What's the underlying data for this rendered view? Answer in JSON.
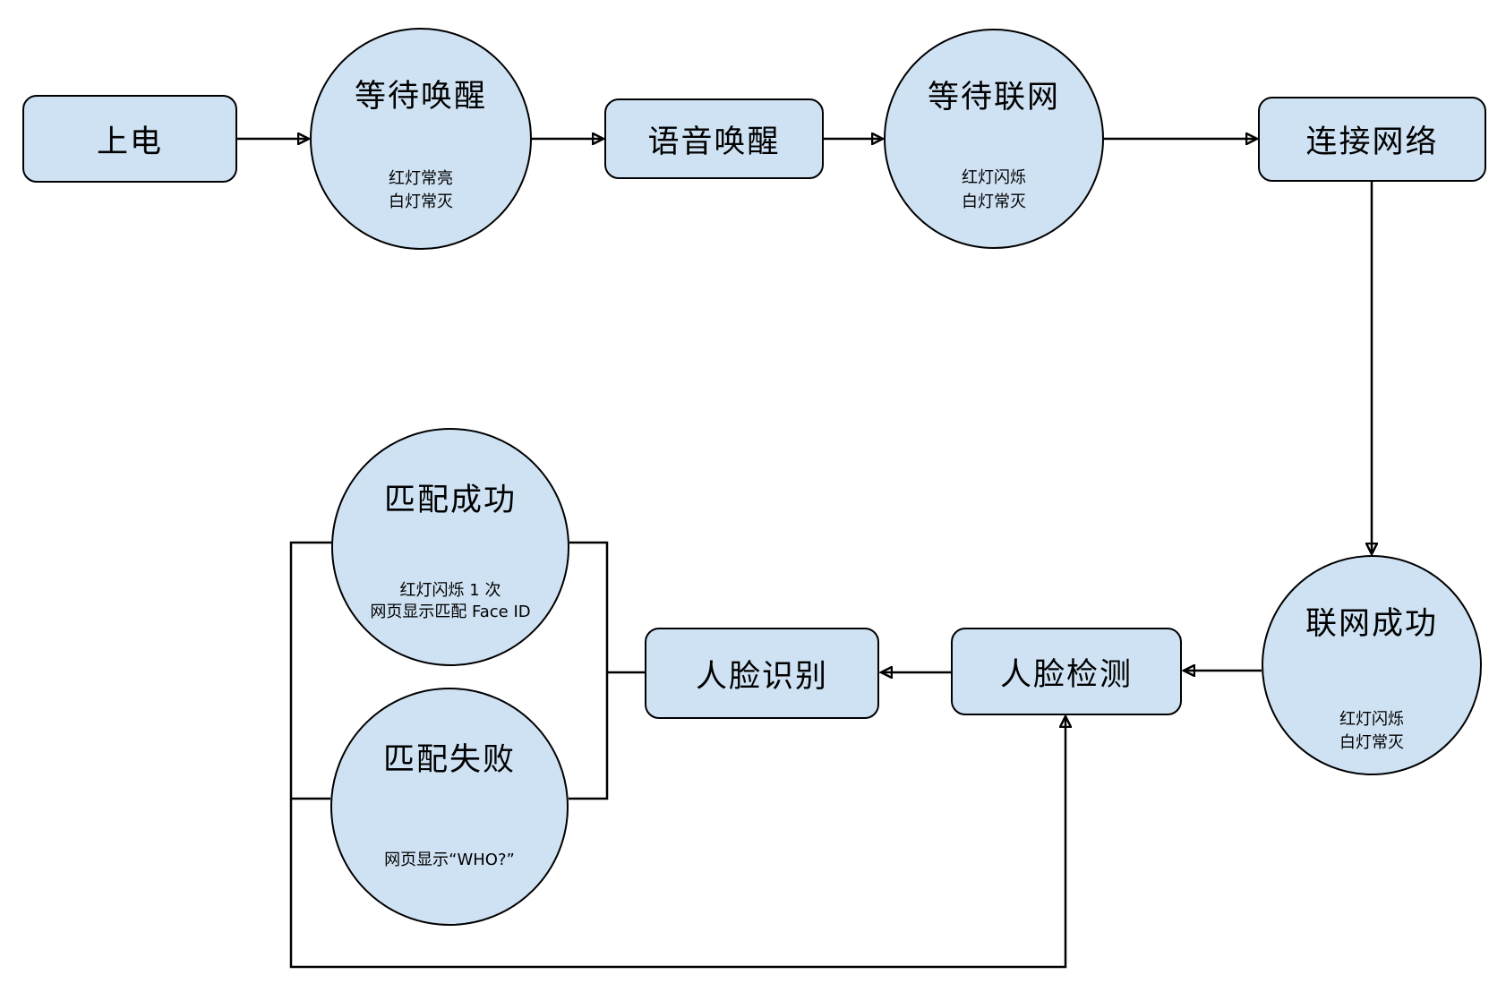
{
  "diagram": {
    "background": "#ffffff",
    "node_fill": "#cfe2f3",
    "node_border": "#000000",
    "arrow_color": "#000000",
    "nodes": [
      {
        "id": "power-on",
        "shape": "rounded-rect",
        "label": "上电"
      },
      {
        "id": "wait-wake",
        "shape": "circle",
        "label": "等待唤醒",
        "sublines": [
          "红灯常亮",
          "白灯常灭"
        ]
      },
      {
        "id": "voice-wake",
        "shape": "rounded-rect",
        "label": "语音唤醒"
      },
      {
        "id": "wait-network",
        "shape": "circle",
        "label": "等待联网",
        "sublines": [
          "红灯闪烁",
          "白灯常灭"
        ]
      },
      {
        "id": "connect-network",
        "shape": "rounded-rect",
        "label": "连接网络"
      },
      {
        "id": "network-success",
        "shape": "circle",
        "label": "联网成功",
        "sublines": [
          "红灯闪烁",
          "白灯常灭"
        ]
      },
      {
        "id": "face-detect",
        "shape": "rounded-rect",
        "label": "人脸检测"
      },
      {
        "id": "face-recognize",
        "shape": "rounded-rect",
        "label": "人脸识别"
      },
      {
        "id": "match-success",
        "shape": "circle",
        "label": "匹配成功",
        "sublines": [
          "红灯闪烁 1 次",
          "网页显示匹配 Face ID"
        ]
      },
      {
        "id": "match-fail",
        "shape": "circle",
        "label": "匹配失败",
        "sublines": [
          "网页显示“WHO?”"
        ]
      }
    ],
    "edges": [
      {
        "from": "上电",
        "to": "等待唤醒",
        "arrow": true
      },
      {
        "from": "等待唤醒",
        "to": "语音唤醒",
        "arrow": true
      },
      {
        "from": "语音唤醒",
        "to": "等待联网",
        "arrow": true
      },
      {
        "from": "等待联网",
        "to": "连接网络",
        "arrow": true
      },
      {
        "from": "连接网络",
        "to": "联网成功",
        "arrow": true
      },
      {
        "from": "联网成功",
        "to": "人脸检测",
        "arrow": true
      },
      {
        "from": "人脸检测",
        "to": "人脸识别",
        "arrow": true
      },
      {
        "from": "人脸识别",
        "to": "匹配成功",
        "arrow": false
      },
      {
        "from": "人脸识别",
        "to": "匹配失败",
        "arrow": false
      },
      {
        "from": "匹配成功 / 匹配失败",
        "to": "人脸检测",
        "arrow": true
      }
    ]
  }
}
